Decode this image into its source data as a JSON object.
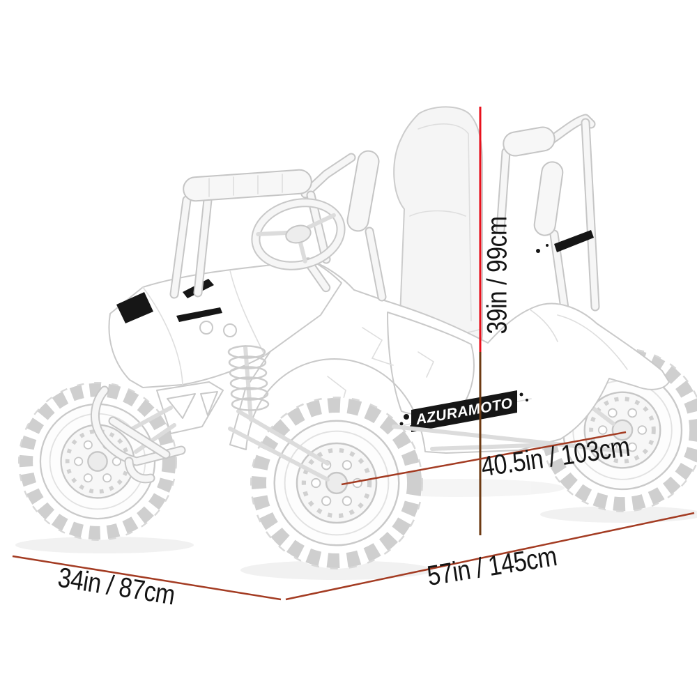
{
  "brand": "AZURAMOTO",
  "dimensions": {
    "height": "39in / 99cm",
    "wheelbase": "40.5in / 103cm",
    "length": "57in / 145cm",
    "width": "34in / 87cm"
  },
  "colors": {
    "height_line_upper": "#e8111c",
    "height_line_lower": "#6d3a12",
    "dimension_line": "#a33b22",
    "label_text": "#141414",
    "sketch_stroke": "#c9c9c9",
    "decal": "#161616"
  }
}
